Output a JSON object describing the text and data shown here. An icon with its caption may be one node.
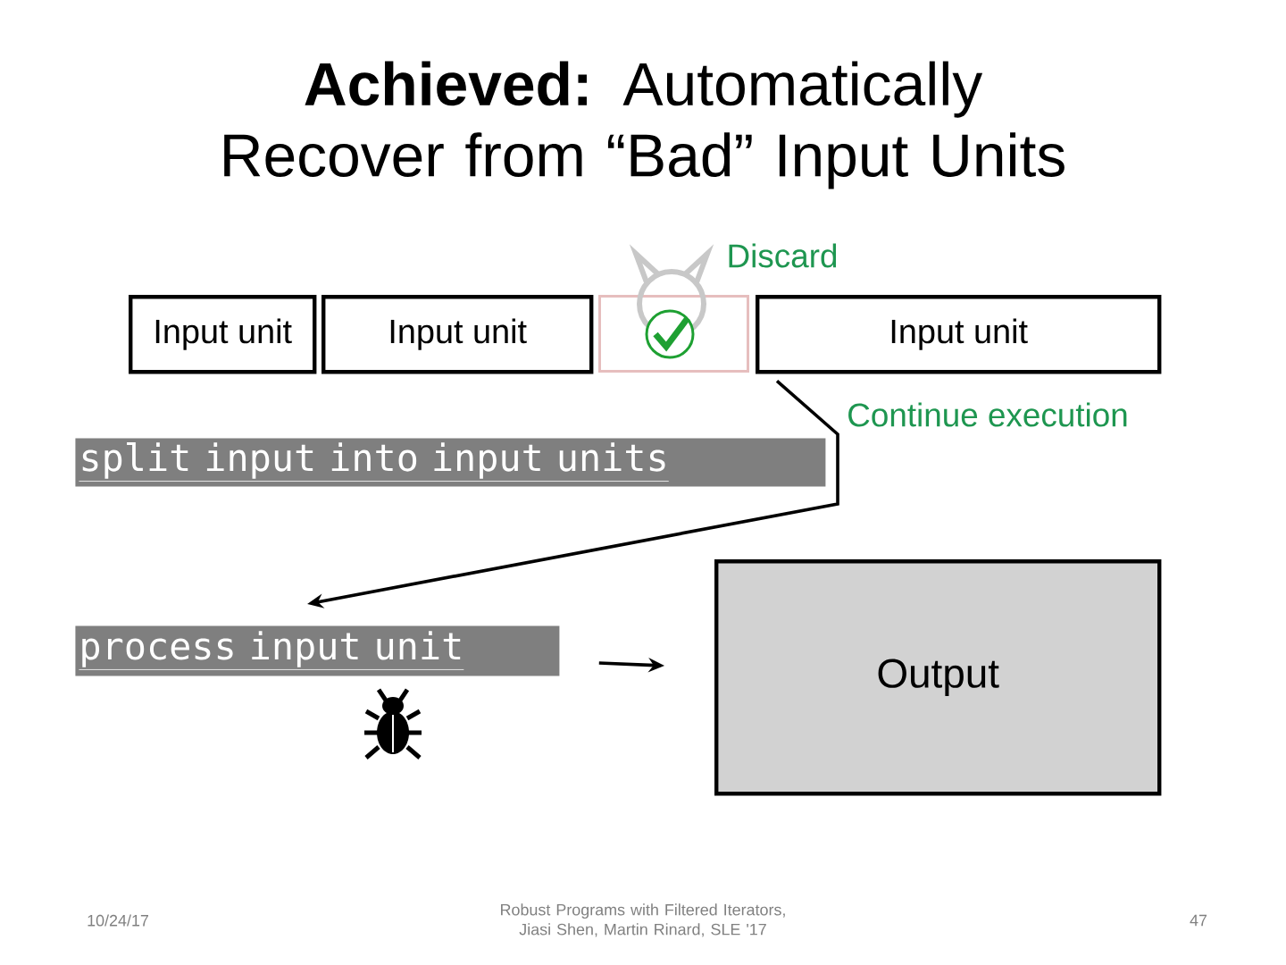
{
  "diagram": {
    "title": "**Achieved:** Automatically Recover from “Bad” Input Units",
    "nodes": [
      {
        "text": [
          "Input unit"
        ]
      },
      {
        "text": [
          "Input unit"
        ]
      },
      {
        "text": [],
        "shape": "box"
      },
      {
        "text": [
          "Input unit"
        ]
      },
      {
        "text": [
          "split input into input units"
        ]
      },
      {
        "text": [
          "process input unit"
        ]
      },
      {
        "text": [
          "Output"
        ]
      }
    ],
    "edges": [
      {
        "from": 3,
        "to": 5,
        "arrow": "to"
      },
      {
        "from": 5,
        "to": 6,
        "arrow": "to"
      }
    ],
    "labels": [
      "Discard",
      "Continue execution",
      "10/24/17",
      "Robust Programs with Filtered Iterators, Jiasi Shen, Martin Rinard, SLE '17",
      "47"
    ]
  }
}
